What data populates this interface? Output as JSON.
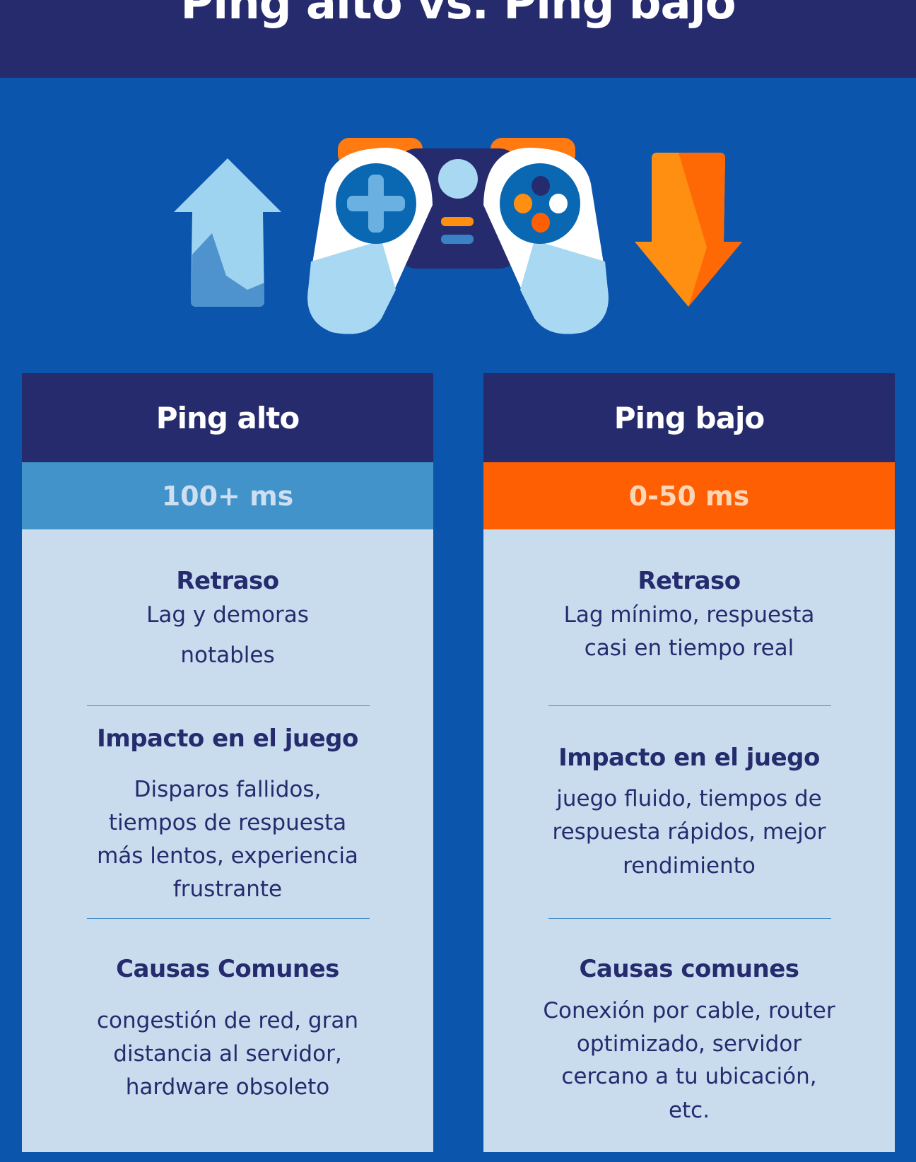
{
  "title": "Ping alto vs. Ping bajo",
  "colors": {
    "header": "#252b6d",
    "background": "#0c55ad",
    "card": "#c8dcee",
    "high_band": "#4193c9",
    "low_band": "#ff5f03"
  },
  "icons": [
    "arrow-up-icon",
    "gamepad-icon",
    "arrow-down-icon"
  ],
  "high": {
    "title": "Ping alto",
    "range": "100+ ms",
    "delay_heading": "Retraso",
    "delay_lines": [
      "Lag y demoras",
      "notables"
    ],
    "impact_heading": "Impacto en el juego",
    "impact_lines": [
      "Disparos fallidos,",
      "tiempos de respuesta",
      "más lentos, experiencia",
      "frustrante"
    ],
    "causes_heading": "Causas Comunes",
    "causes_lines": [
      "congestión de red, gran",
      "distancia al servidor,",
      "hardware obsoleto"
    ]
  },
  "low": {
    "title": "Ping bajo",
    "range": "0-50 ms",
    "delay_heading": "Retraso",
    "delay_lines": [
      "Lag mínimo, respuesta",
      "casi en tiempo real"
    ],
    "impact_heading": "Impacto en el juego",
    "impact_lines": [
      "juego fluido, tiempos de",
      "respuesta rápidos, mejor",
      "rendimiento"
    ],
    "causes_heading": "Causas comunes",
    "causes_lines": [
      "Conexión por cable, router",
      "optimizado, servidor",
      "cercano a tu ubicación,",
      "etc."
    ]
  }
}
